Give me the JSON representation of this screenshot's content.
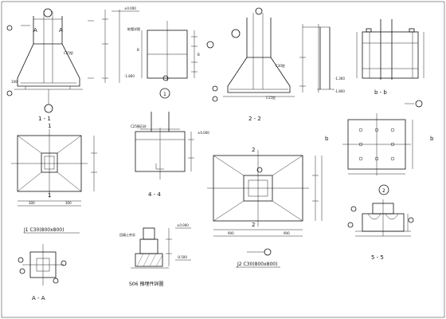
{
  "labels": {
    "sec_1_1": "1 - 1",
    "sec_2_2": "2 - 2",
    "sec_a_a": "A - A",
    "sec_b_b": "b - b",
    "sec_4_4": "4 - 4",
    "sec_5_5": "5 - 5",
    "num_1": "1",
    "num_2": "2",
    "letter_a": "A",
    "letter_b": "b",
    "bubble_1": "1",
    "bubble_2": "2",
    "cap_j1": "J1  C30(800x800)",
    "cap_j2": "J2  C30(800x800)",
    "cap_sc": "S06  預埋件詳圖"
  }
}
